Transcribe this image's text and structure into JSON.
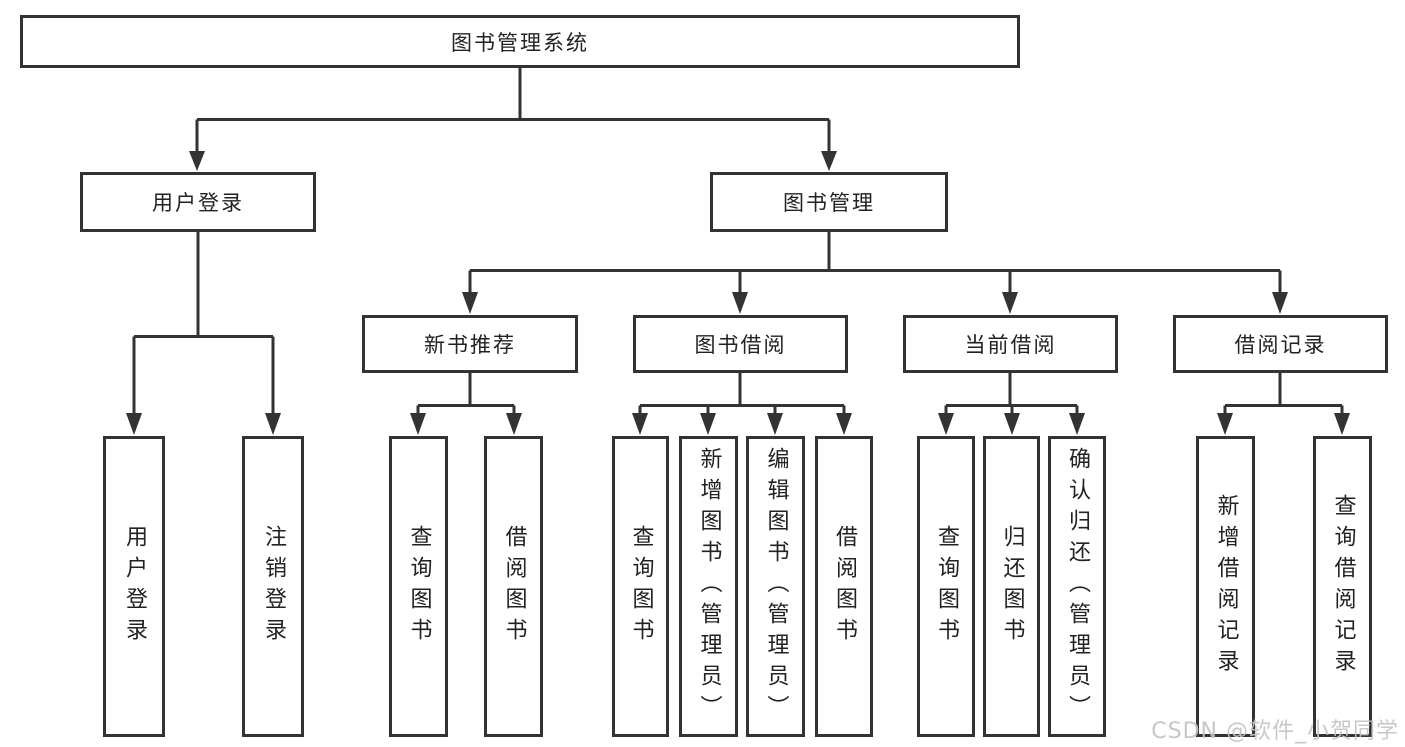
{
  "tree": {
    "root": {
      "label": "图书管理系统"
    },
    "level2": [
      {
        "label": "用户登录",
        "children": [
          {
            "label": "用户登录"
          },
          {
            "label": "注销登录"
          }
        ]
      },
      {
        "label": "图书管理",
        "children": [
          {
            "label": "新书推荐",
            "children": [
              {
                "label": "查询图书"
              },
              {
                "label": "借阅图书"
              }
            ]
          },
          {
            "label": "图书借阅",
            "children": [
              {
                "label": "查询图书"
              },
              {
                "label": "新增图书（管理员）"
              },
              {
                "label": "编辑图书（管理员）"
              },
              {
                "label": "借阅图书"
              }
            ]
          },
          {
            "label": "当前借阅",
            "children": [
              {
                "label": "查询图书"
              },
              {
                "label": "归还图书"
              },
              {
                "label": "确认归还（管理员）"
              }
            ]
          },
          {
            "label": "借阅记录",
            "children": [
              {
                "label": "新增借阅记录"
              },
              {
                "label": "查询借阅记录"
              }
            ]
          }
        ]
      }
    ]
  },
  "watermark": "CSDN @软件_小贺同学",
  "colors": {
    "line": "#333333",
    "box_border": "#333333",
    "box_background": "#ffffff",
    "text": "#222222",
    "watermark": "#c3c3c3"
  }
}
